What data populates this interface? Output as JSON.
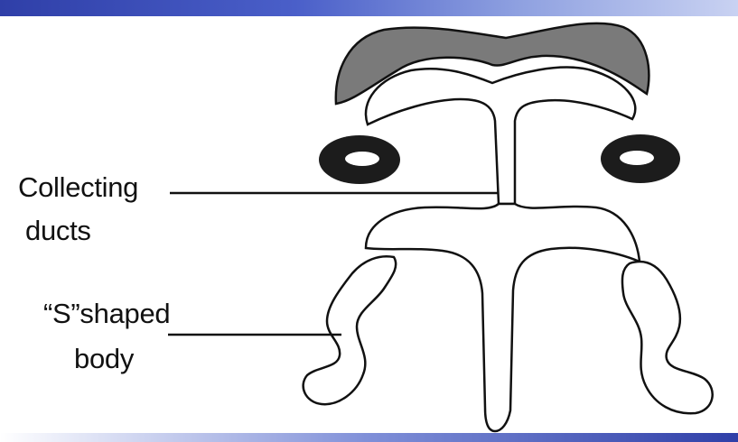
{
  "labels": {
    "collecting_line1": "Collecting",
    "collecting_line2": "ducts",
    "s_shaped_line1": "“S”shaped",
    "s_shaped_line2": "body"
  },
  "colors": {
    "stroke": "#111111",
    "cap_fill": "#7a7a7a",
    "band_blue": "#2f3fa8"
  }
}
